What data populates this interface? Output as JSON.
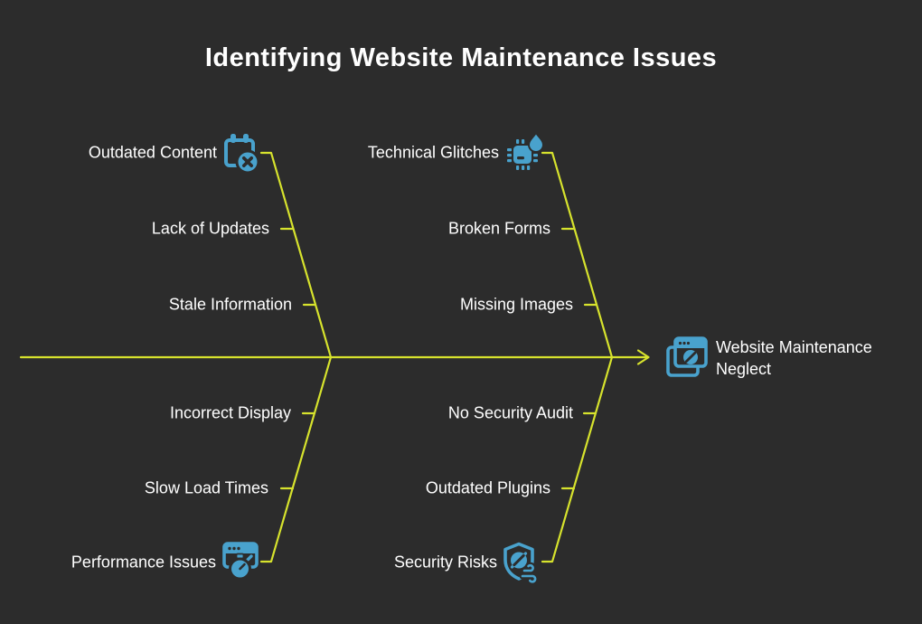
{
  "title": "Identifying Website Maintenance Issues",
  "colors": {
    "background": "#2c2c2c",
    "line": "#d7e32d",
    "icon": "#49a2cd",
    "text": "#ffffff"
  },
  "diagram_type": "fishbone",
  "branches": {
    "top_left": {
      "label": "Outdated Content",
      "icon": "calendar-x-icon",
      "children": [
        "Lack of Updates",
        "Stale Information"
      ]
    },
    "top_right": {
      "label": "Technical Glitches",
      "icon": "microchip-drop-icon",
      "children": [
        "Broken Forms",
        "Missing Images"
      ]
    },
    "bottom_left": {
      "label": "Performance Issues",
      "icon": "browser-stopwatch-icon",
      "children": [
        "Incorrect Display",
        "Slow Load Times"
      ]
    },
    "bottom_right": {
      "label": "Security Risks",
      "icon": "shield-slash-wind-icon",
      "children": [
        "No Security Audit",
        "Outdated Plugins"
      ]
    }
  },
  "effect": {
    "label": "Website Maintenance Neglect",
    "icon": "browser-blocked-icon"
  }
}
